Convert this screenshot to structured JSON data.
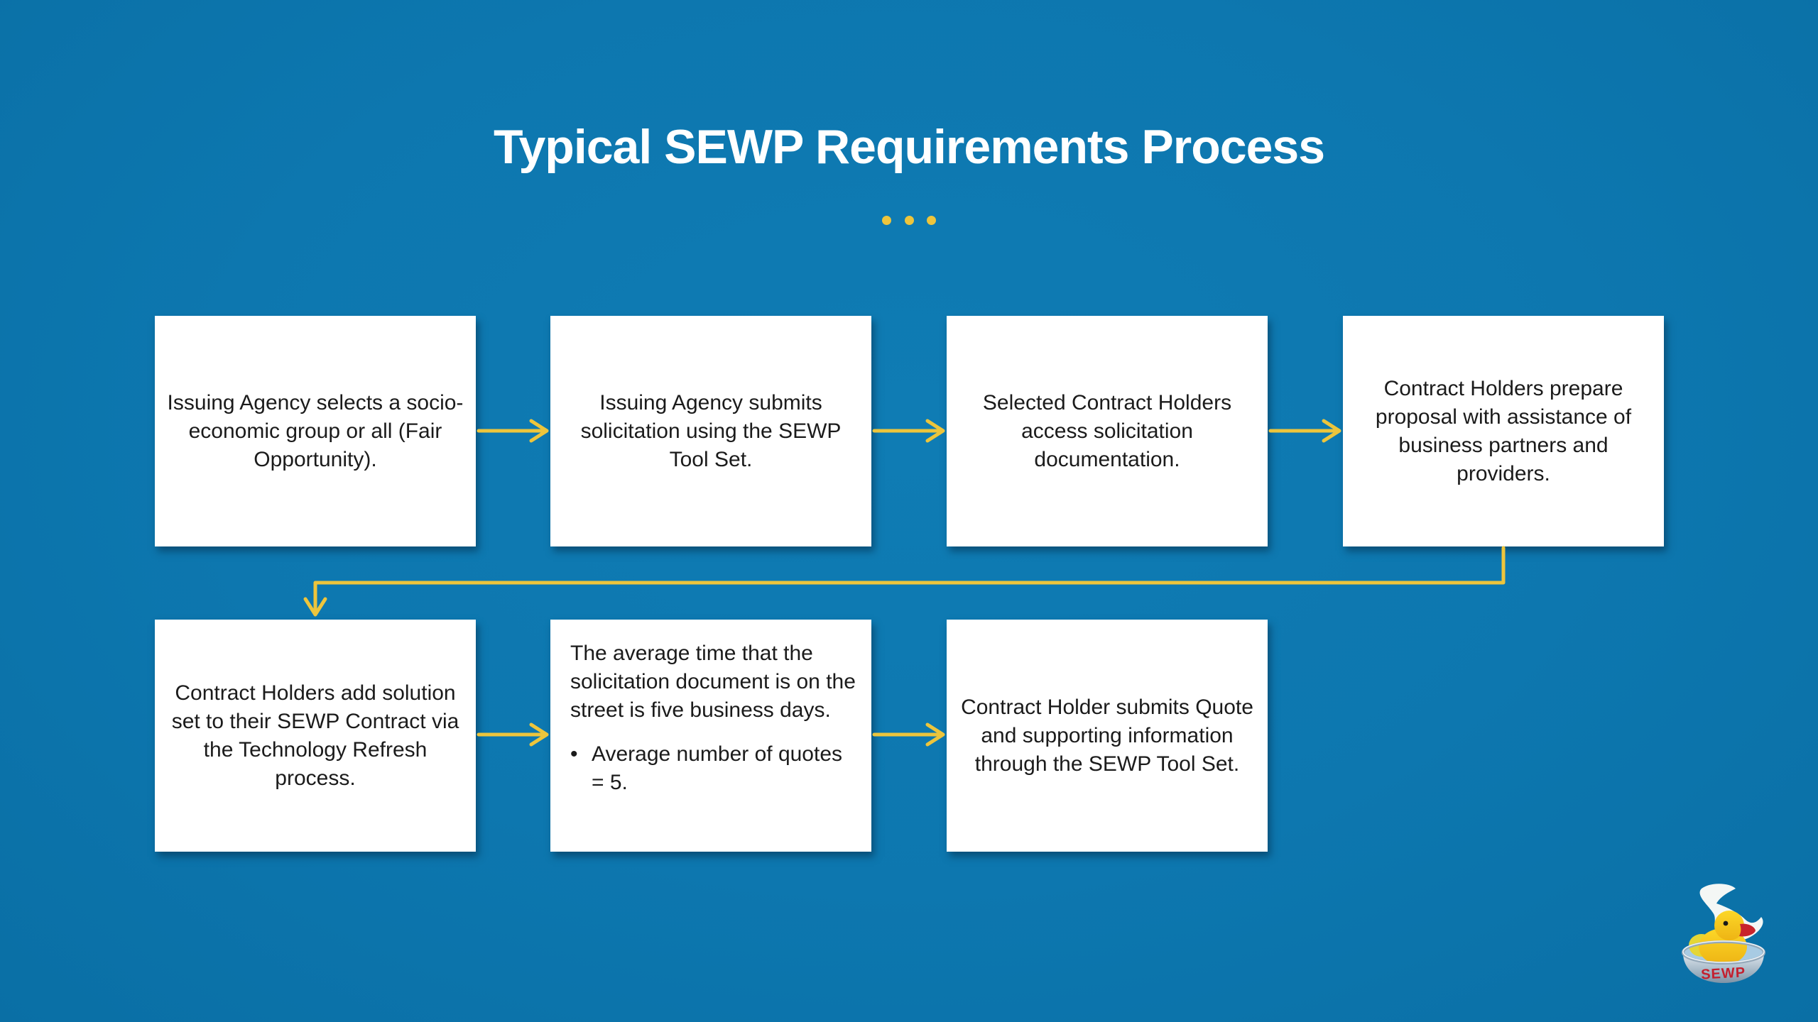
{
  "slide": {
    "title": "Typical SEWP Requirements Process",
    "bullet_marker": "•"
  },
  "steps": [
    {
      "label": "Issuing Agency selects a socio-economic group or all (Fair Opportunity)."
    },
    {
      "label": "Issuing Agency submits solicitation using the SEWP Tool Set."
    },
    {
      "label": "Selected Contract Holders access solicitation documentation."
    },
    {
      "label": "Contract Holders prepare proposal with assistance of business partners and providers."
    },
    {
      "label": "Contract Holders add solution set to their SEWP Contract via the Technology Refresh process."
    },
    {
      "label": "The average time that the solicitation document is on the street is five business days.",
      "bullet": "Average number of quotes = 5."
    },
    {
      "label": "Contract Holder submits Quote and supporting information through the SEWP Tool Set."
    }
  ],
  "flow": {
    "row1_order": [
      "step1",
      "step2",
      "step3",
      "step4"
    ],
    "row2_order": [
      "step5",
      "step6",
      "step7"
    ],
    "wrap_connector": "step4 to step5"
  },
  "logo": {
    "label": "SEWP"
  },
  "colors": {
    "background": "#0d77af",
    "background_light": "#0f7cb4",
    "background_dark": "#0a6fa5",
    "accent": "#edc53c",
    "box": "#ffffff",
    "text": "#1b1b1b",
    "title": "#ffffff",
    "logo_text": "#c41f2e"
  }
}
